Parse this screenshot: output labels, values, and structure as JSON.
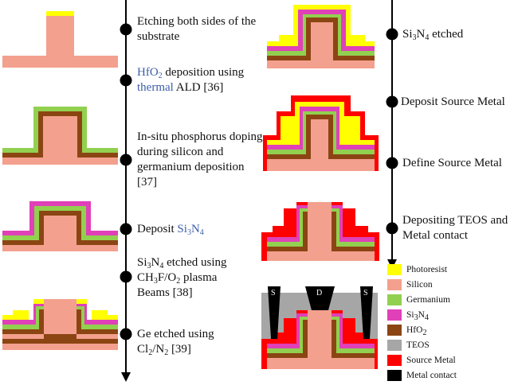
{
  "left_steps": [
    {
      "text": "Etching both sides of the substrate"
    },
    {
      "pre": "",
      "hl": "HfO",
      "sub": "2",
      "hl2": " deposition using",
      "mid": "",
      "hl3": "thermal",
      "post": " ALD [36]"
    },
    {
      "text": "In-situ phosphorus doping during silicon and germanium deposition [37]"
    },
    {
      "pre": "Deposit ",
      "hl": "Si",
      "sub": "3",
      "hl2": "N",
      "sub2": "4"
    },
    {
      "a": "Si",
      "s1": "3",
      "b": "N",
      "s2": "4",
      "c": " etched using",
      "d": "CH",
      "s3": "3",
      "e": "F/O",
      "s4": "2",
      "f": " plasma",
      "g": "Beams [38]"
    },
    {
      "a": "Ge etched using",
      "b": "Cl",
      "s1": "2",
      "c": "/N",
      "s2": "2",
      "d": " [39]"
    }
  ],
  "right_steps": [
    {
      "a": "Si",
      "s1": "3",
      "b": "N",
      "s2": "4",
      "c": " etched"
    },
    {
      "text": "Deposit Source Metal"
    },
    {
      "text": "Define Source Metal"
    },
    {
      "text": "Depositing TEOS and Metal contact"
    }
  ],
  "legend": [
    {
      "label": "Photoresist",
      "color": "#ffff00"
    },
    {
      "label": "Silicon",
      "color": "#f4a08e"
    },
    {
      "label": "Germanium",
      "color": "#92d050"
    },
    {
      "label": "Si",
      "sub": "3",
      "label2": "N",
      "sub2": "4",
      "color": "#e040b8"
    },
    {
      "label": "HfO",
      "sub": "2",
      "color": "#8b4513"
    },
    {
      "label": "TEOS",
      "color": "#a6a6a6"
    },
    {
      "label": "Source Metal",
      "color": "#ff0000"
    },
    {
      "label": "Metal contact",
      "color": "#000000"
    }
  ],
  "device_labels": {
    "source_left": "S",
    "drain": "D",
    "source_right": "S"
  },
  "colors": {
    "silicon": "#f4a08e",
    "hfo2": "#8b4513",
    "germanium": "#92d050",
    "si3n4": "#e040b8",
    "photoresist": "#ffff00",
    "source_metal": "#ff0000",
    "teos": "#a6a6a6",
    "contact": "#000000",
    "highlight": "#3b5ea8"
  }
}
